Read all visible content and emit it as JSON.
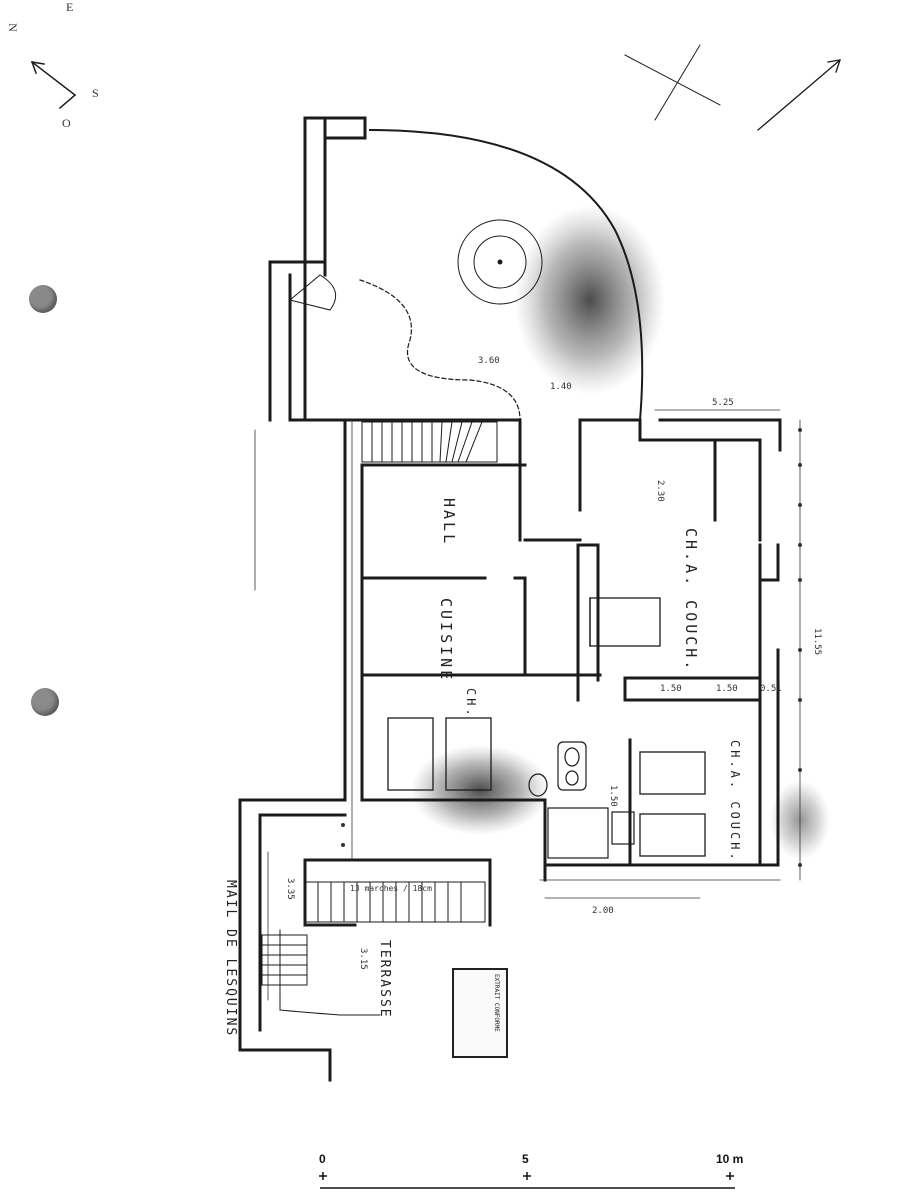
{
  "compass": {
    "n": "N",
    "s": "S",
    "o": "O",
    "e": "E"
  },
  "rooms": {
    "hall": "HALL",
    "cuisine": "CUISINE",
    "chambre_1": "CH.A. COUCH.",
    "chambre_2": "CH.A. COUCH.",
    "ch": "CH.",
    "terrasse": "TERRASSE",
    "mail": "MAIL DE LESQUINS"
  },
  "dimensions": {
    "d1": "5.25",
    "d2": "3.60",
    "d3": "2.30",
    "d4": "1.50",
    "d5": "1.50",
    "d6": "2.00",
    "d7": "11.55",
    "d8": "0.51",
    "d9": "3.15",
    "d10": "3.35",
    "d11": "1.40",
    "d12": "1.50"
  },
  "stair_note": "13 marches / 18cm",
  "stamp_text": "EXTRAIT CONFORME",
  "scale": {
    "zero": "0",
    "five": "5",
    "ten": "10 m"
  }
}
